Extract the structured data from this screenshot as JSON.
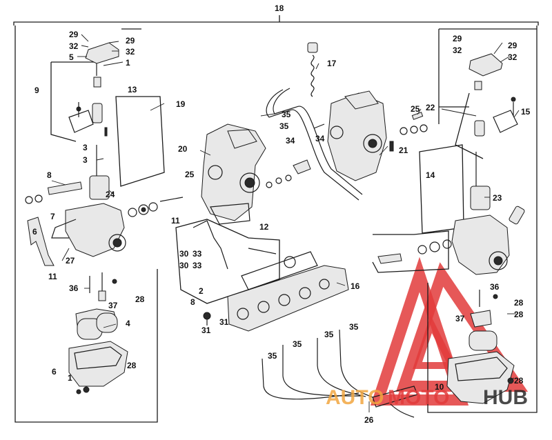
{
  "diagram": {
    "callouts": {
      "n18": "18",
      "n29a": "29",
      "n32a": "32",
      "n5": "5",
      "n29b": "29",
      "n32b": "32",
      "n1a": "1",
      "n9": "9",
      "n13": "13",
      "n19": "19",
      "n3a": "3",
      "n3b": "3",
      "n8a": "8",
      "n24": "24",
      "n7": "7",
      "n6a": "6",
      "n27": "27",
      "n11a": "11",
      "n36a": "36",
      "n37a": "37",
      "n28a": "28",
      "n4": "4",
      "n28b": "28",
      "n6b": "6",
      "n1b": "1",
      "n17": "17",
      "n35a": "35",
      "n35b": "35",
      "n34a": "34",
      "n34b": "34",
      "n20": "20",
      "n25a": "25",
      "n11b": "11",
      "n21": "21",
      "n25b": "25",
      "n22": "22",
      "n15": "15",
      "n29c": "29",
      "n32c": "32",
      "n29d": "29",
      "n32d": "32",
      "n14": "14",
      "n23": "23",
      "n12": "12",
      "n30a": "30",
      "n33a": "33",
      "n30b": "30",
      "n33b": "33",
      "n2": "2",
      "n8b": "8",
      "n16": "16",
      "n31a": "31",
      "n31b": "31",
      "n35c": "35",
      "n35d": "35",
      "n35e": "35",
      "n35f": "35",
      "n26": "26",
      "n36b": "36",
      "n28c": "28",
      "n37b": "37",
      "n28d": "28",
      "n10": "10",
      "n28e": "28"
    }
  },
  "watermark": {
    "text_a": "AUTO",
    "text_b": "MOTO",
    "text_c": "HUB",
    "color_red": "#e23b3b",
    "color_orange": "#f2a640",
    "color_dark": "#1e1e1e"
  }
}
